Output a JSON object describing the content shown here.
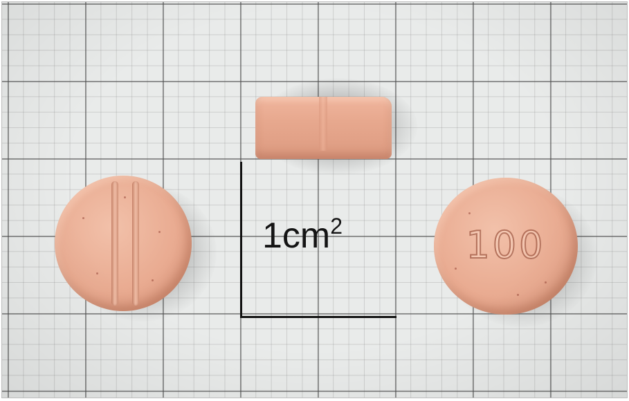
{
  "scene": {
    "description_type": "photo",
    "background": "graph-paper-grid",
    "tablet_color": "#e9ab91"
  },
  "scale_bar": {
    "label": "1cm",
    "superscript": "2"
  },
  "tablet_front": {
    "imprint": "100"
  }
}
